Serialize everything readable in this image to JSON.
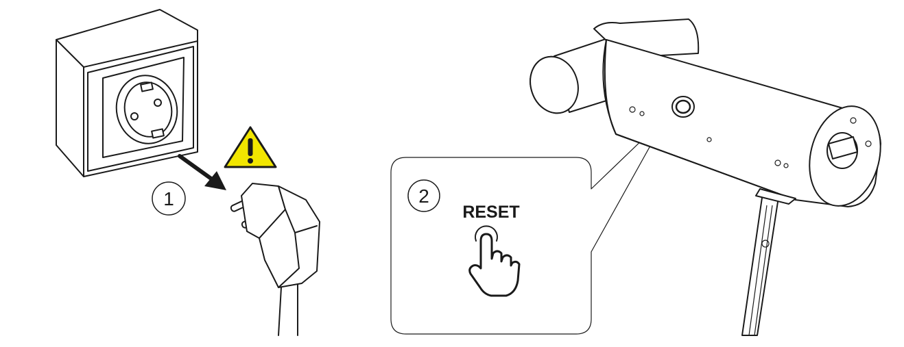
{
  "steps": [
    {
      "number": "1"
    },
    {
      "number": "2"
    }
  ],
  "callout": {
    "label": "RESET"
  },
  "icons": {
    "outlet": "wall-socket-icon",
    "plug": "power-plug-icon",
    "warning": "warning-triangle-icon",
    "arrow": "pull-out-arrow-icon",
    "device": "patio-heater-icon",
    "reset_button": "reset-button-icon",
    "press": "finger-press-icon"
  },
  "colors": {
    "warning_fill": "#f2e600",
    "line": "#1a1a1a"
  }
}
